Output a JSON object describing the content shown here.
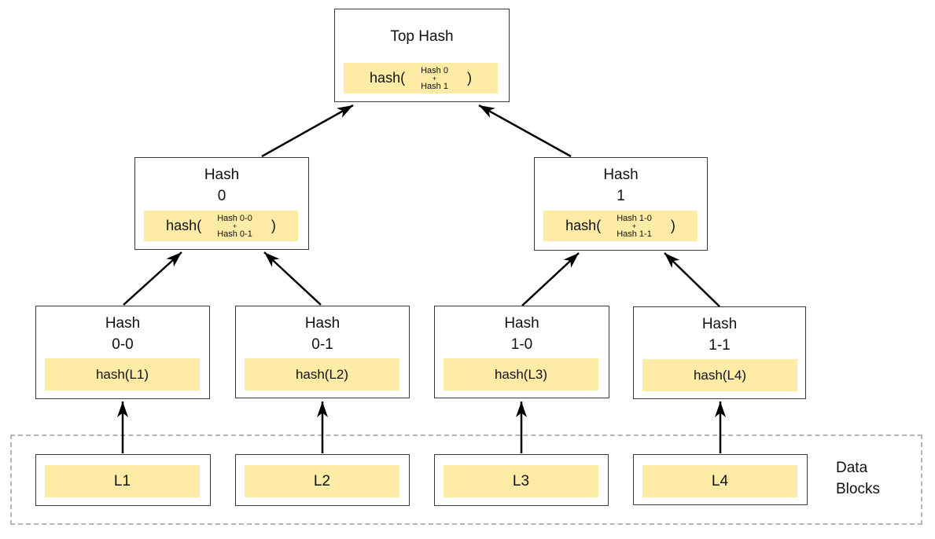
{
  "colors": {
    "highlight": "#FDEBA6",
    "box_border": "#3b3b3b",
    "dashed_border": "#b5b5b5",
    "arrow": "#000000",
    "text": "#111111",
    "background": "#ffffff"
  },
  "tree": {
    "top": {
      "title": "Top Hash",
      "fn_open": "hash(",
      "arg1": "Hash 0",
      "plus": "+",
      "arg2": "Hash 1",
      "fn_close": ")"
    },
    "hash_0": {
      "title1": "Hash",
      "title2": "0",
      "fn_open": "hash(",
      "arg1": "Hash 0-0",
      "plus": "+",
      "arg2": "Hash 0-1",
      "fn_close": ")"
    },
    "hash_1": {
      "title1": "Hash",
      "title2": "1",
      "fn_open": "hash(",
      "arg1": "Hash 1-0",
      "plus": "+",
      "arg2": "Hash 1-1",
      "fn_close": ")"
    },
    "hash_0_0": {
      "title1": "Hash",
      "title2": "0-0",
      "formula": "hash(L1)"
    },
    "hash_0_1": {
      "title1": "Hash",
      "title2": "0-1",
      "formula": "hash(L2)"
    },
    "hash_1_0": {
      "title1": "Hash",
      "title2": "1-0",
      "formula": "hash(L3)"
    },
    "hash_1_1": {
      "title1": "Hash",
      "title2": "1-1",
      "formula": "hash(L4)"
    }
  },
  "data_blocks": {
    "label_line1": "Data",
    "label_line2": "Blocks",
    "blocks": [
      "L1",
      "L2",
      "L3",
      "L4"
    ]
  }
}
